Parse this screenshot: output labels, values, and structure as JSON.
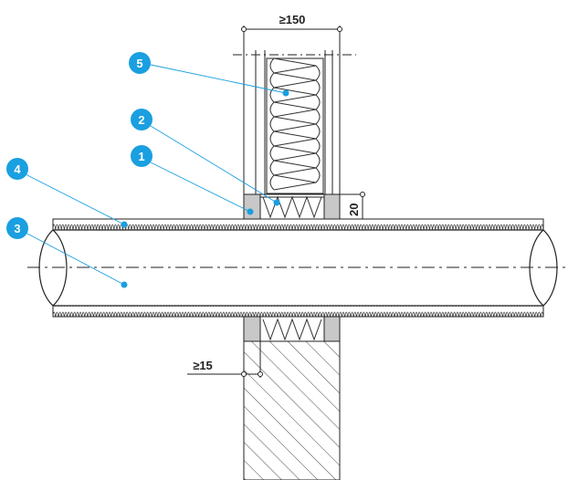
{
  "dimensions": {
    "wall_width": "≥150",
    "gap": "≥15",
    "sleeve_height": "20"
  },
  "callouts": [
    {
      "number": "1",
      "color": "#1a9fe0"
    },
    {
      "number": "2",
      "color": "#1a9fe0"
    },
    {
      "number": "3",
      "color": "#1a9fe0"
    },
    {
      "number": "4",
      "color": "#1a9fe0"
    },
    {
      "number": "5",
      "color": "#1a9fe0"
    }
  ],
  "colors": {
    "accent": "#1a9fe0",
    "line": "#222222",
    "sleeve_fill": "#c8c8c8"
  }
}
